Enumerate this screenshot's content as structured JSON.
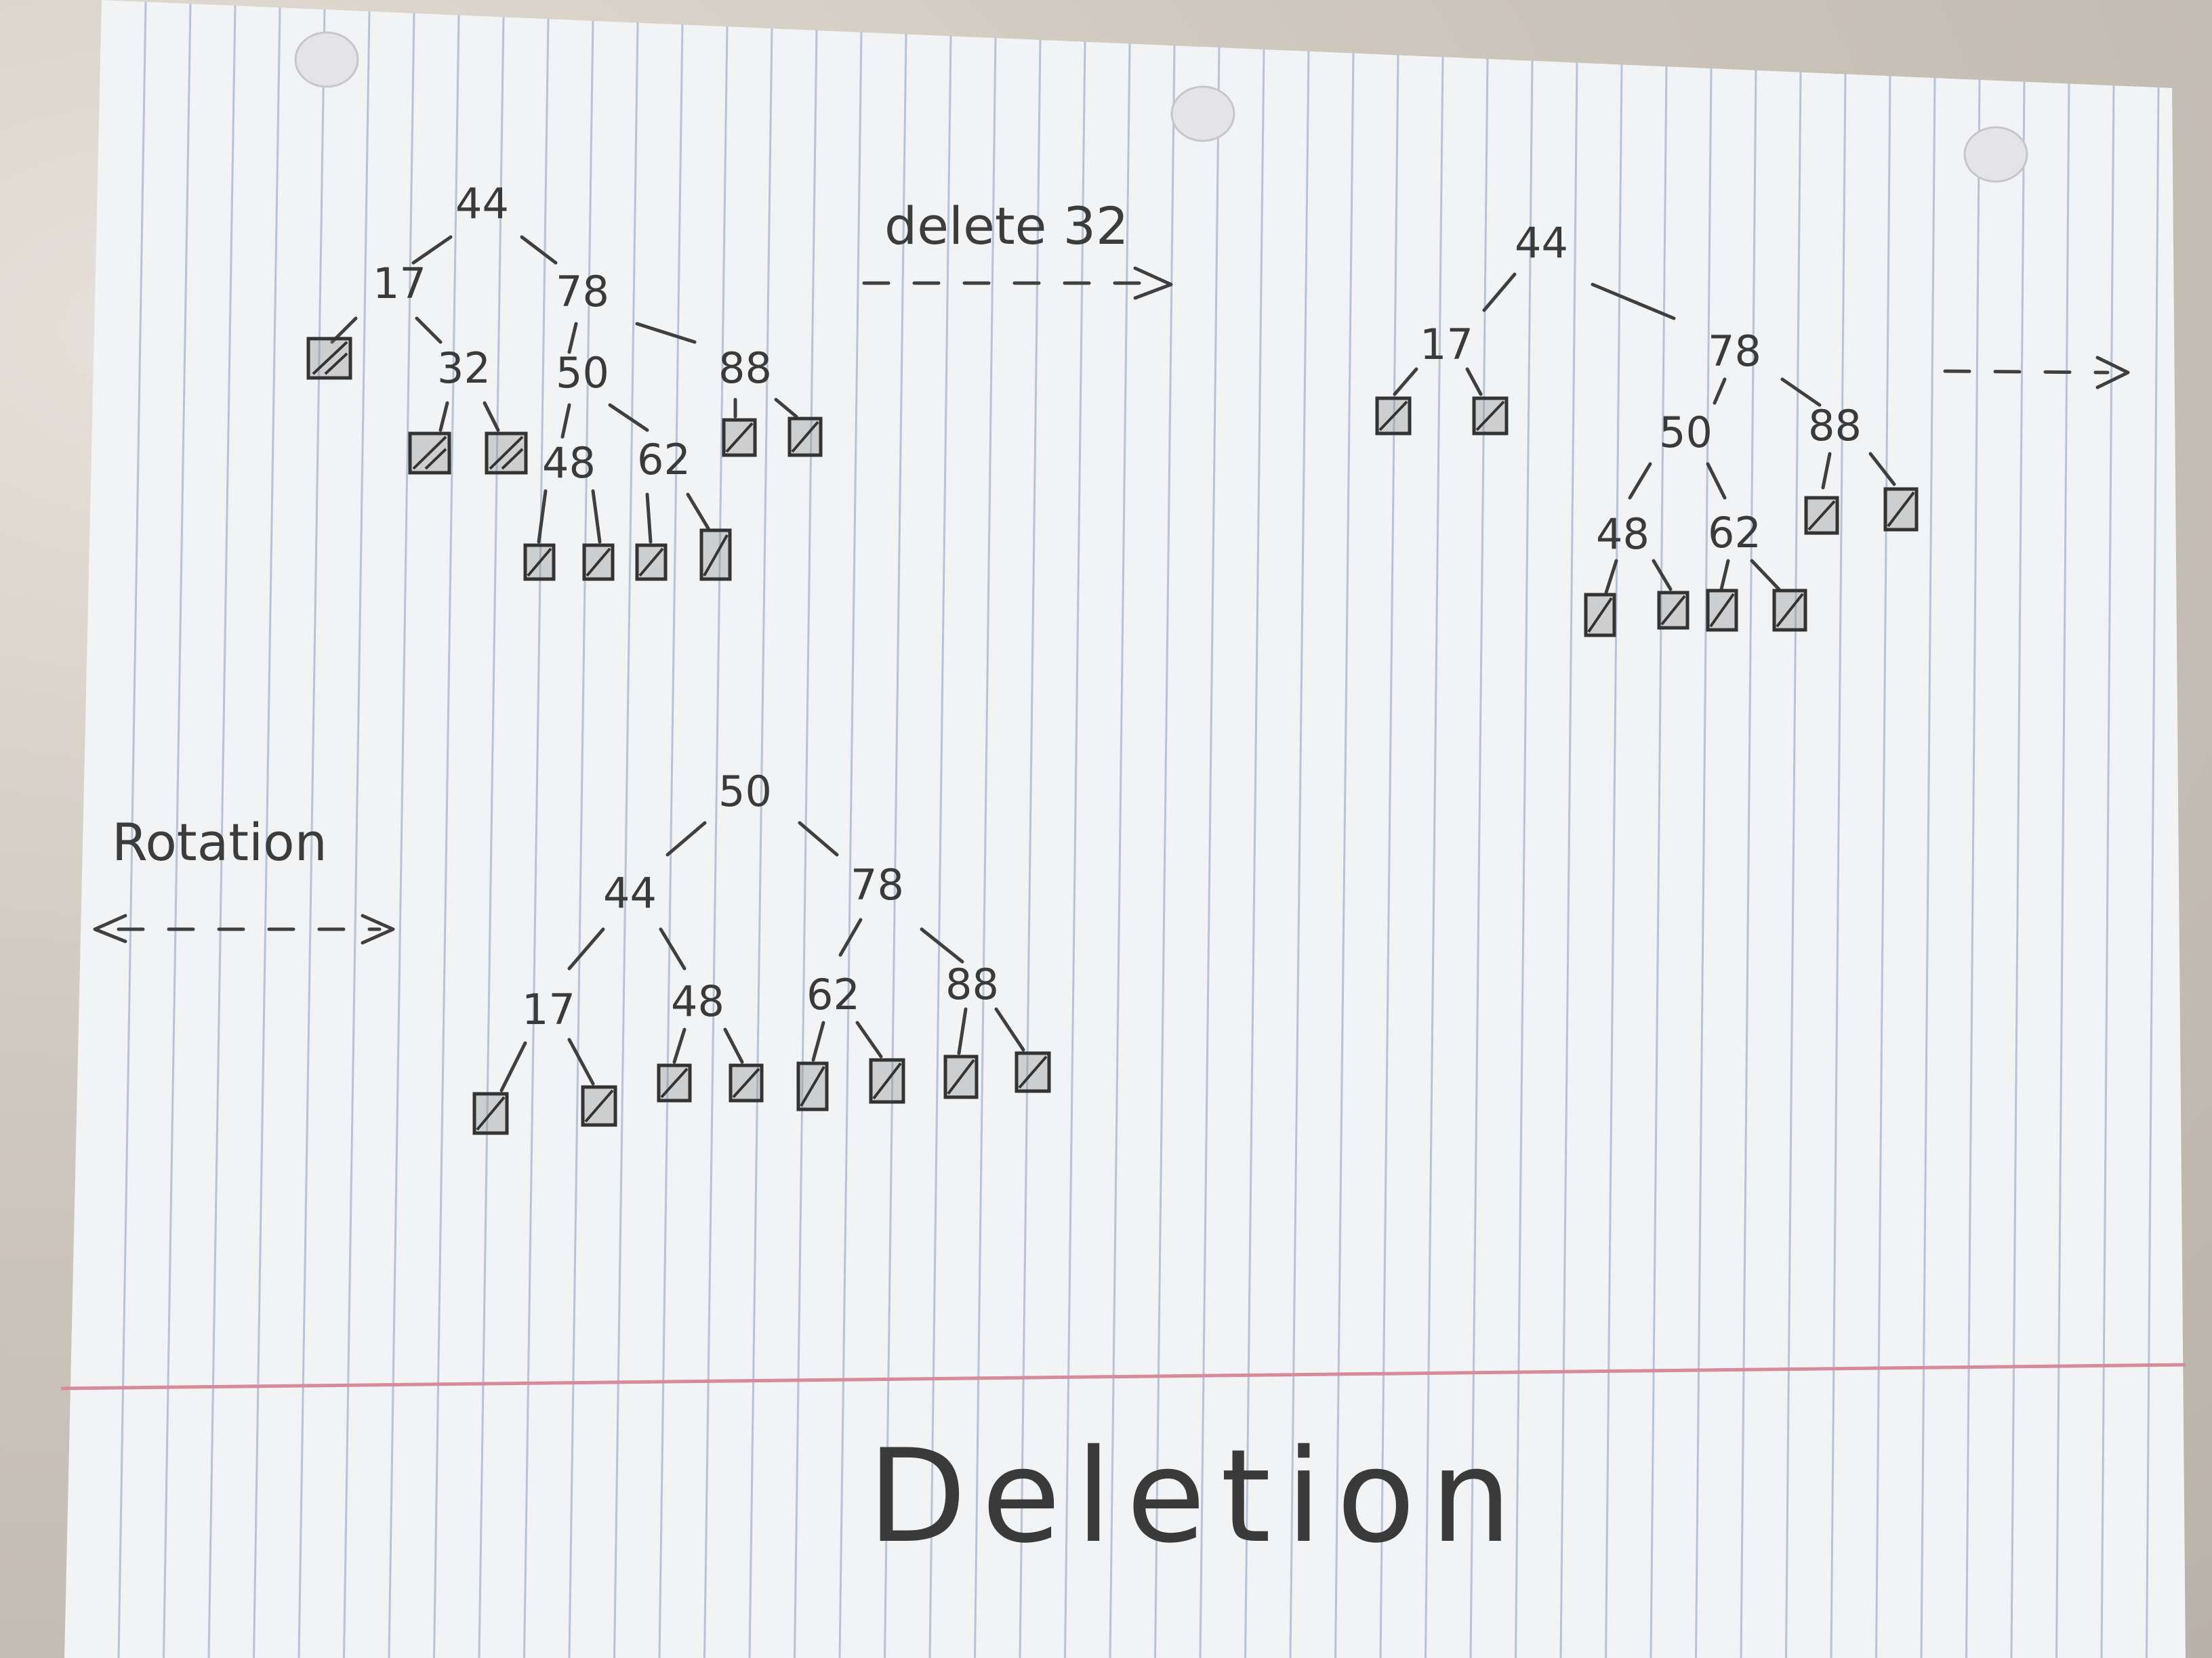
{
  "title": "Deletion",
  "annotations": {
    "delete_step": "delete 32",
    "rotation_step": "Rotation"
  },
  "trees": {
    "initial": {
      "nodes": [
        "44",
        "17",
        "78",
        "32",
        "50",
        "88",
        "48",
        "62"
      ]
    },
    "after_delete": {
      "nodes": [
        "44",
        "17",
        "78",
        "50",
        "88",
        "48",
        "62"
      ]
    },
    "after_rotation": {
      "nodes": [
        "50",
        "44",
        "78",
        "17",
        "48",
        "62",
        "88"
      ]
    }
  },
  "colors": {
    "ink": "#3a3a3a",
    "margin_line": "#d78a9a",
    "rule_line": "#b9c3d6",
    "paper": "#f3f4f6"
  }
}
